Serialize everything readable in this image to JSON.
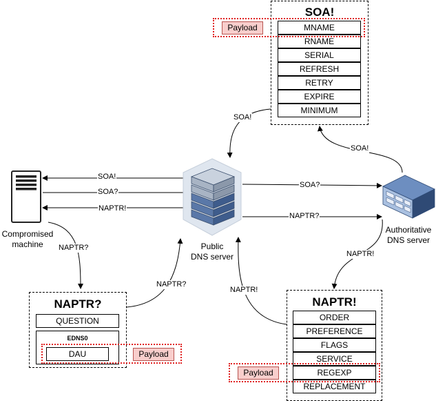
{
  "soa_box": {
    "title": "SOA!",
    "fields": [
      "MNAME",
      "RNAME",
      "SERIAL",
      "REFRESH",
      "RETRY",
      "EXPIRE",
      "MINIMUM"
    ],
    "payload": "Payload"
  },
  "naptr_query_box": {
    "title": "NAPTR?",
    "question": "QUESTION",
    "edns_label": "EDNS0",
    "dau": "DAU",
    "payload": "Payload"
  },
  "naptr_answer_box": {
    "title": "NAPTR!",
    "fields": [
      "ORDER",
      "PREFERENCE",
      "FLAGS",
      "SERVICE",
      "REGEXP",
      "REPLACEMENT"
    ],
    "payload": "Payload"
  },
  "nodes": {
    "compromised": "Compromised\nmachine",
    "public_dns": "Public\nDNS server",
    "authoritative": "Authoritative\nDNS server"
  },
  "edges": {
    "soa_answer_to_client": "SOA!",
    "soa_query_from_client": "SOA?",
    "naptr_answer_to_client": "NAPTR!",
    "soa_query_to_auth": "SOA?",
    "naptr_query_to_auth": "NAPTR?",
    "soa_from_auth": "SOA!",
    "soa_to_public": "SOA!",
    "naptr_from_client": "NAPTR?",
    "naptr_to_public": "NAPTR?",
    "naptr_from_auth": "NAPTR!",
    "naptr_answer_to_public": "NAPTR!"
  }
}
